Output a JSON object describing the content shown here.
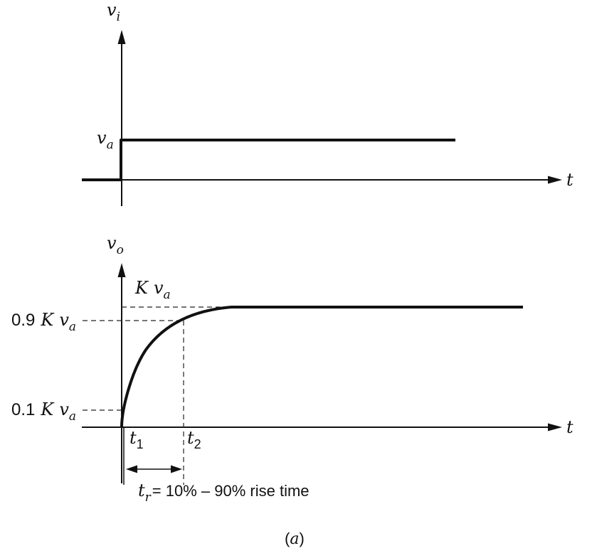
{
  "top_plot": {
    "y_axis_var": "v",
    "y_axis_sub": "i",
    "x_axis_var": "t",
    "level_label_var": "v",
    "level_label_sub": "a"
  },
  "bottom_plot": {
    "y_axis_var": "v",
    "y_axis_sub": "o",
    "x_axis_var": "t",
    "final_level": {
      "K": "K",
      "v": "v",
      "sub": "a"
    },
    "level_90": {
      "coef": "0.9",
      "K": "K",
      "v": "v",
      "sub": "a"
    },
    "level_10": {
      "coef": "0.1",
      "K": "K",
      "v": "v",
      "sub": "a"
    },
    "t1": {
      "var": "t",
      "sub": "1"
    },
    "t2": {
      "var": "t",
      "sub": "2"
    },
    "rise_time": {
      "var": "t",
      "sub": "r",
      "text": "= 10% – 90% rise time"
    }
  },
  "caption": {
    "open": "(",
    "letter": "a",
    "close": ")"
  }
}
